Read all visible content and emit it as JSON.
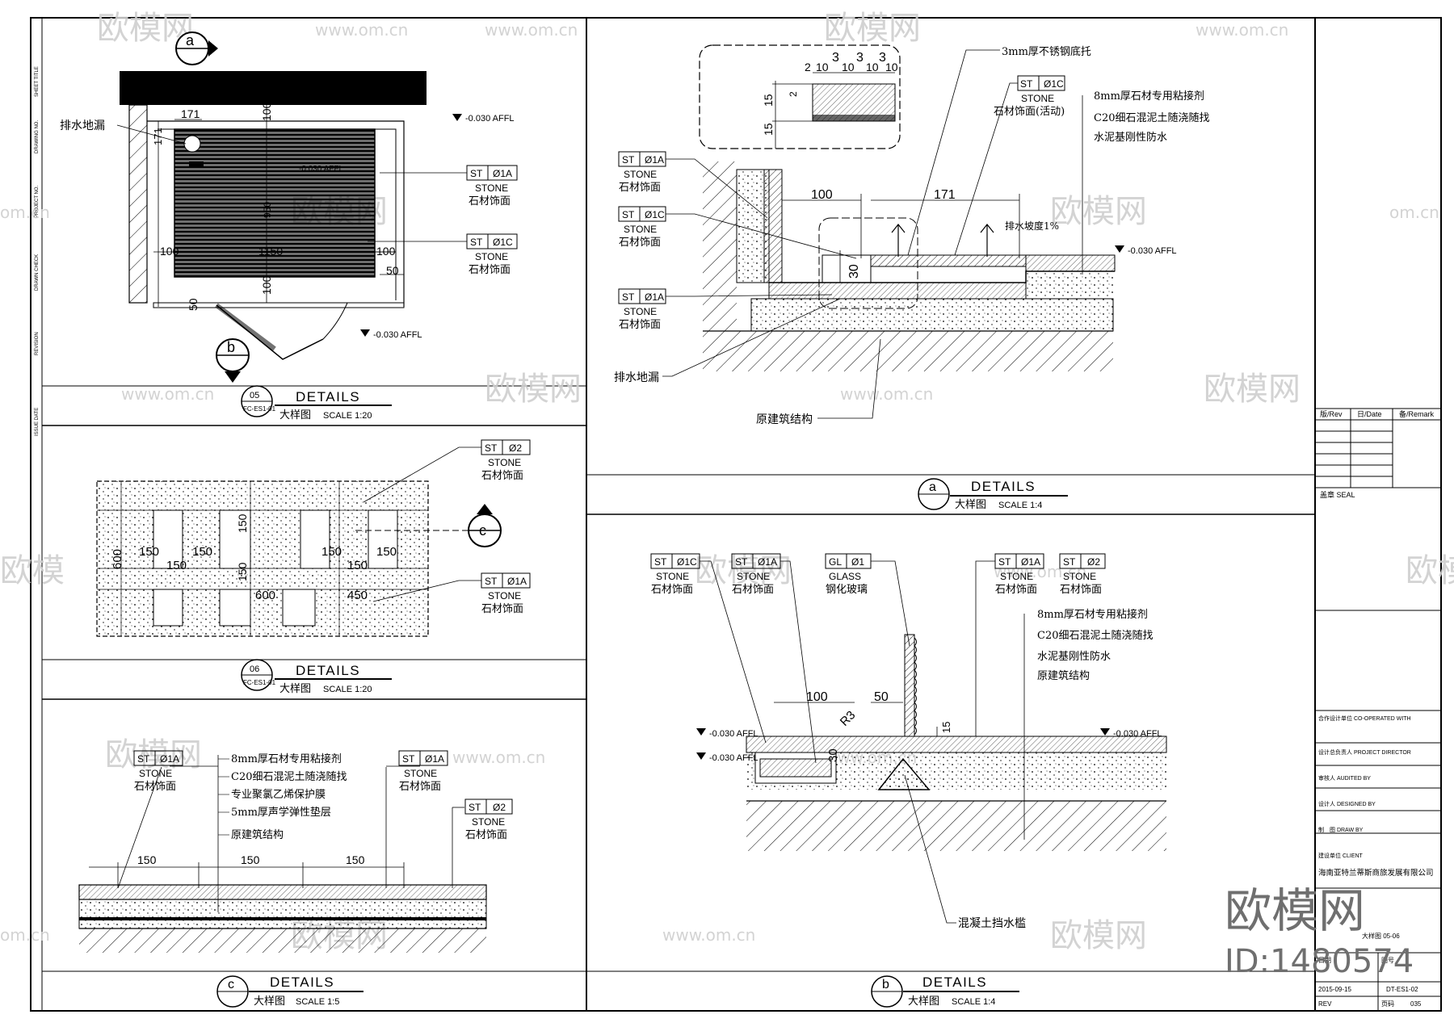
{
  "watermark": {
    "brand": "欧模网",
    "url": "www.om.cn",
    "url_short": "om.cn",
    "brand_partial": "欧模",
    "brand_cut": "欧模网",
    "id_label": "ID:1480574"
  },
  "panel_05": {
    "marker_top": "a",
    "marker_bottom": "b",
    "dims": {
      "d171": "171",
      "d100_top": "100",
      "d171_side": "171",
      "d100_left": "100",
      "d1150": "1150",
      "d100_right": "100",
      "d100_bot": "100",
      "d50_left": "50",
      "d50_right": "50",
      "d950": "950"
    },
    "level_right": "-0.030 AFFL",
    "level_inner": "-0.030 AFFL",
    "level_bottom": "-0.030 AFFL",
    "drain_label": "排水地漏",
    "tags": [
      {
        "code": "ST",
        "mark": "Ø1A",
        "name": "STONE",
        "desc": "石材饰面"
      },
      {
        "code": "ST",
        "mark": "Ø1C",
        "name": "STONE",
        "desc": "石材饰面"
      }
    ],
    "title": {
      "num": "05",
      "sheet": "FC-ES1-01",
      "heading": "DETAILS",
      "zh": "大样图",
      "scale": "SCALE 1:20"
    }
  },
  "panel_06": {
    "marker": "c",
    "dims": {
      "d600": "600",
      "d150a": "150",
      "d150b": "150",
      "d150c": "150",
      "d150d": "150",
      "d150e": "150",
      "d150f": "150",
      "d150g": "150",
      "d150h": "150",
      "d600b": "600",
      "d450": "450"
    },
    "tags": [
      {
        "code": "ST",
        "mark": "Ø2",
        "name": "STONE",
        "desc": "石材饰面"
      },
      {
        "code": "ST",
        "mark": "Ø1A",
        "name": "STONE",
        "desc": "石材饰面"
      }
    ],
    "title": {
      "num": "06",
      "sheet": "FC-ES1-01",
      "heading": "DETAILS",
      "zh": "大样图",
      "scale": "SCALE 1:20"
    }
  },
  "panel_c": {
    "tags": [
      {
        "code": "ST",
        "mark": "Ø1A",
        "name": "STONE",
        "desc": "石材饰面"
      },
      {
        "code": "ST",
        "mark": "Ø1A",
        "name": "STONE",
        "desc": "石材饰面"
      },
      {
        "code": "ST",
        "mark": "Ø2",
        "name": "STONE",
        "desc": "石材饰面"
      }
    ],
    "layers": [
      "8mm厚石材专用粘接剂",
      "C20细石混泥土随浇随找",
      "专业聚氯乙烯保护膜",
      "5mm厚声学弹性垫层",
      "原建筑结构"
    ],
    "dims": {
      "a": "150",
      "b": "150",
      "c": "150"
    },
    "title": {
      "num": "c",
      "heading": "DETAILS",
      "zh": "大样图",
      "scale": "SCALE 1:5"
    }
  },
  "panel_a": {
    "top_note": "3mm厚不锈钢底托",
    "inset_dims": {
      "d2": "2",
      "d10a": "10",
      "d3a": "3",
      "d10b": "10",
      "d3b": "3",
      "d10c": "10",
      "d3c": "3",
      "d10d": "10",
      "v2": "2",
      "v15a": "15",
      "v15b": "15"
    },
    "tags": [
      {
        "code": "ST",
        "mark": "Ø1C",
        "name": "STONE",
        "desc": "石材饰面(活动)"
      },
      {
        "code": "ST",
        "mark": "Ø1A",
        "name": "STONE",
        "desc": "石材饰面"
      },
      {
        "code": "ST",
        "mark": "Ø1C",
        "name": "STONE",
        "desc": "石材饰面"
      },
      {
        "code": "ST",
        "mark": "Ø1A",
        "name": "STONE",
        "desc": "石材饰面"
      }
    ],
    "layers": [
      "8mm厚石材专用粘接剂",
      "C20细石混泥土随浇随找",
      "水泥基刚性防水"
    ],
    "dims": {
      "d100": "100",
      "d171": "171",
      "d30": "30"
    },
    "slope": "排水坡度1%",
    "level": "-0.030 AFFL",
    "drain_label": "排水地漏",
    "struct_label": "原建筑结构",
    "title": {
      "num": "a",
      "heading": "DETAILS",
      "zh": "大样图",
      "scale": "SCALE 1:4"
    }
  },
  "panel_b": {
    "tags": [
      {
        "code": "ST",
        "mark": "Ø1C",
        "name": "STONE",
        "desc": "石材饰面"
      },
      {
        "code": "ST",
        "mark": "Ø1A",
        "name": "STONE",
        "desc": "石材饰面"
      },
      {
        "code": "GL",
        "mark": "Ø1",
        "name": "GLASS",
        "desc": "钢化玻璃"
      },
      {
        "code": "ST",
        "mark": "Ø1A",
        "name": "STONE",
        "desc": "石材饰面"
      },
      {
        "code": "ST",
        "mark": "Ø2",
        "name": "STONE",
        "desc": "石材饰面"
      }
    ],
    "layers": [
      "8mm厚石材专用粘接剂",
      "C20细石混泥土随浇随找",
      "水泥基刚性防水",
      "原建筑结构"
    ],
    "dims": {
      "d100": "100",
      "d50": "50",
      "r": "R3",
      "d30": "30",
      "d15": "15"
    },
    "level_left": "-0.030 AFFL",
    "level_left2": "-0.030 AFFL",
    "level_right": "-0.030 AFFL",
    "curb_label": "混凝土挡水槛",
    "title": {
      "num": "b",
      "heading": "DETAILS",
      "zh": "大样图",
      "scale": "SCALE 1:4"
    }
  },
  "title_block": {
    "rev_headers": [
      "版/Rev",
      "日/Date",
      "备/Remark"
    ],
    "seal": "盖章 SEAL",
    "co_design": "合作设计单位 CO-OPERATED WITH",
    "director": "设计总负责人 PROJECT DIRECTOR",
    "audited": "审核人 AUDITED BY",
    "designed": "设计人 DESIGNED BY",
    "drawn": "制　图 DRAW BY",
    "client_label": "建设单位 CLIENT",
    "client": "海南亚特兰蒂斯商旅发展有限公司",
    "date_label": "日期",
    "date": "2015-09-15",
    "drawing_no_label": "图号",
    "drawing_no": "DT-ES1-02",
    "rev_label": "REV",
    "page_label": "页码",
    "page_no": "035",
    "sub_title": "大样图 05-06"
  },
  "colors": {
    "line": "#000000",
    "watermark": "#cfcfcf",
    "hatch_fill": "#333333"
  }
}
